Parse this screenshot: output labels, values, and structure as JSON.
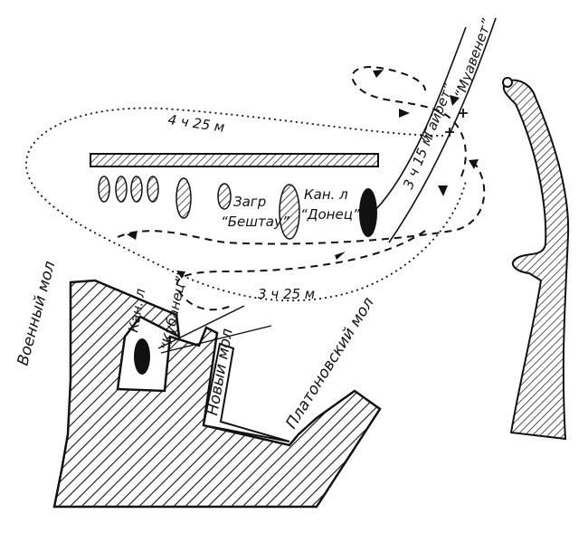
{
  "labels": {
    "route_time_1": "4 ч 25 м",
    "route_time_2": "3 ч 25 м",
    "route_time_3": "3 ч 15 м",
    "ship_gairet": "“Гайрет”",
    "ship_muavenet": "“Муавенет”",
    "ship_beshtau_line1": "Загр",
    "ship_beshtau_line2": "“Бештау”",
    "ship_donets_line1": "Кан. л",
    "ship_donets_line2": "“Донец”",
    "ship_kubanets_line1": "Кан. л",
    "ship_kubanets_line2": "“Кубанец”",
    "pier_voenny": "Военный мол",
    "pier_novy": "Новый мол",
    "pier_platonovsky": "Платоновский мол"
  },
  "colors": {
    "ink": "#111111",
    "paper": "#ffffff"
  }
}
